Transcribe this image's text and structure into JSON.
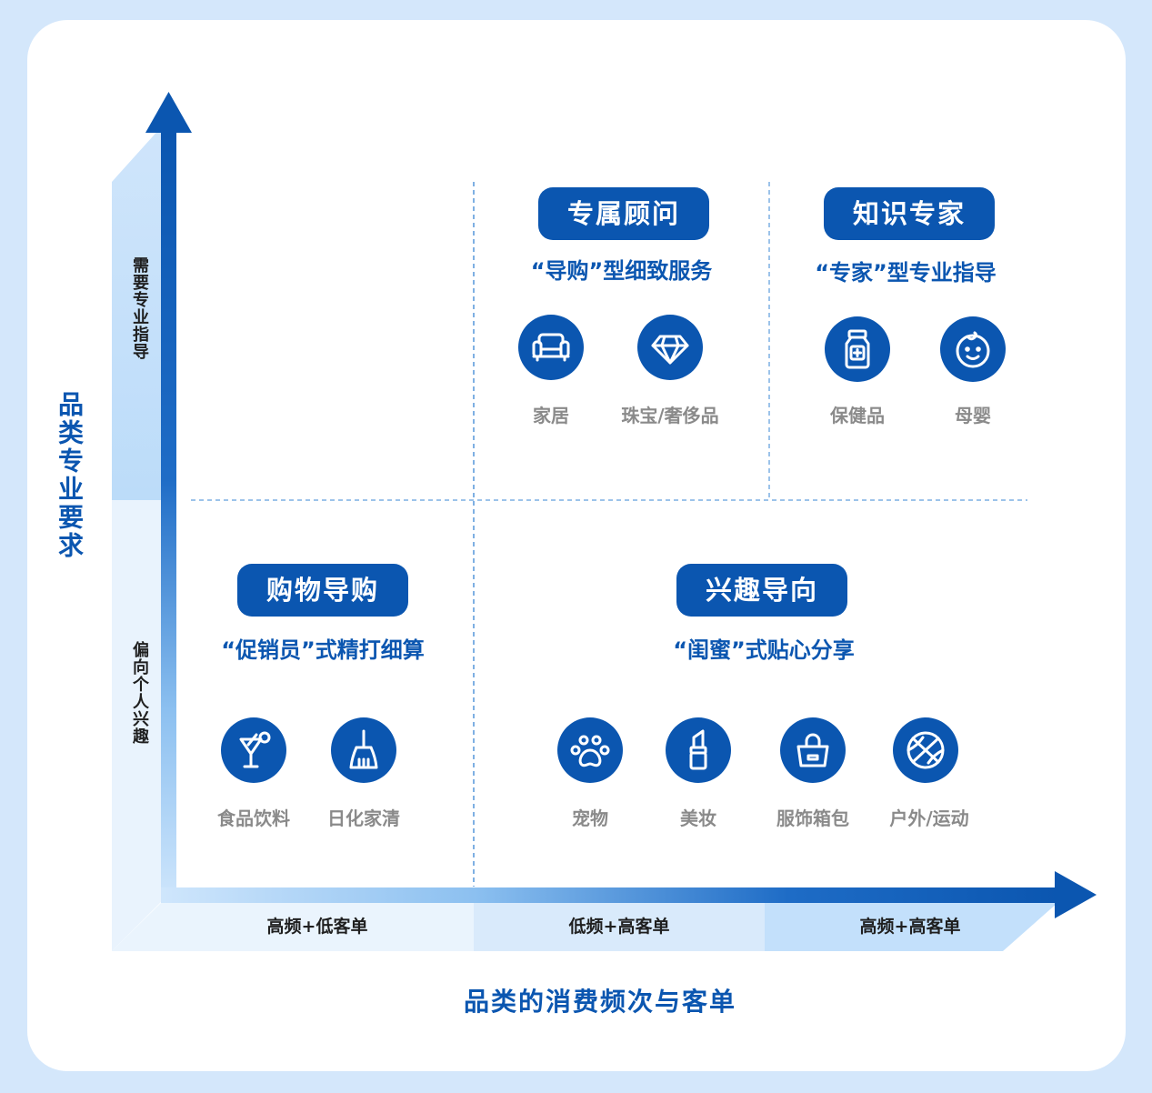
{
  "axes": {
    "y_title": "品类专业要求",
    "x_title": "品类的消费频次与客单",
    "y_high_label": "需要专业指导",
    "y_low_label": "偏向个人兴趣",
    "x_bands": [
      "高频+低客单",
      "低频+高客单",
      "高频+高客单"
    ]
  },
  "quadrants": {
    "advisor": {
      "title": "专属顾问",
      "subtitle": "“导购”型细致服务",
      "items": [
        {
          "icon": "sofa-icon",
          "label": "家居"
        },
        {
          "icon": "diamond-icon",
          "label": "珠宝/奢侈品"
        }
      ]
    },
    "expert": {
      "title": "知识专家",
      "subtitle": "“专家”型专业指导",
      "items": [
        {
          "icon": "medicine-bottle-icon",
          "label": "保健品"
        },
        {
          "icon": "baby-face-icon",
          "label": "母婴"
        }
      ]
    },
    "shopping": {
      "title": "购物导购",
      "subtitle": "“促销员”式精打细算",
      "items": [
        {
          "icon": "cocktail-icon",
          "label": "食品饮料"
        },
        {
          "icon": "broom-icon",
          "label": "日化家清"
        }
      ]
    },
    "interest": {
      "title": "兴趣导向",
      "subtitle": "“闺蜜”式贴心分享",
      "items": [
        {
          "icon": "paw-icon",
          "label": "宠物"
        },
        {
          "icon": "lipstick-icon",
          "label": "美妆"
        },
        {
          "icon": "handbag-icon",
          "label": "服饰箱包"
        },
        {
          "icon": "basketball-icon",
          "label": "户外/运动"
        }
      ]
    }
  },
  "colors": {
    "primary": "#0b56b0",
    "background": "#d4e7fb",
    "muted_text": "#8a8a8a"
  }
}
